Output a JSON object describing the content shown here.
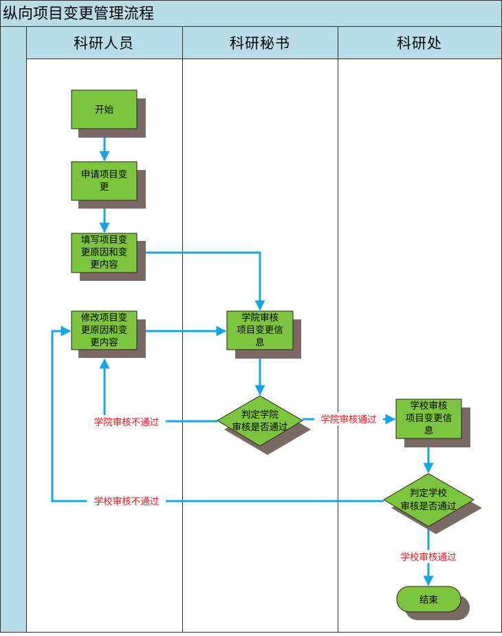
{
  "title": "纵向项目变更管理流程",
  "lanes": [
    "科研人员",
    "科研秘书",
    "科研处"
  ],
  "nodes": {
    "start": [
      "开始"
    ],
    "apply": [
      "申请项目变",
      "更"
    ],
    "fill_reason": [
      "填写项目变",
      "更原因和变",
      "更内容"
    ],
    "modify_reason": [
      "修改项目变",
      "更原因和变",
      "更内容"
    ],
    "college_review": [
      "学院审核",
      "项目变更信",
      "息"
    ],
    "college_decision": [
      "判定学院",
      "审核是否通过"
    ],
    "school_review": [
      "学校审核",
      "项目变更信",
      "息"
    ],
    "school_decision": [
      "判定学校",
      "审核是否通过"
    ],
    "end": [
      "结束"
    ]
  },
  "edge_labels": {
    "college_fail": "学院审核不通过",
    "college_pass": "学院审核通过",
    "school_fail": "学校审核不通过",
    "school_pass": "学校审核通过"
  },
  "colors": {
    "header_bg": "#b8dde6",
    "node_fill": "#7ec53f",
    "shadow": "#7a6a63",
    "arrow": "#13a6e4",
    "label_red": "#e8141b",
    "border": "#3a2a22"
  }
}
